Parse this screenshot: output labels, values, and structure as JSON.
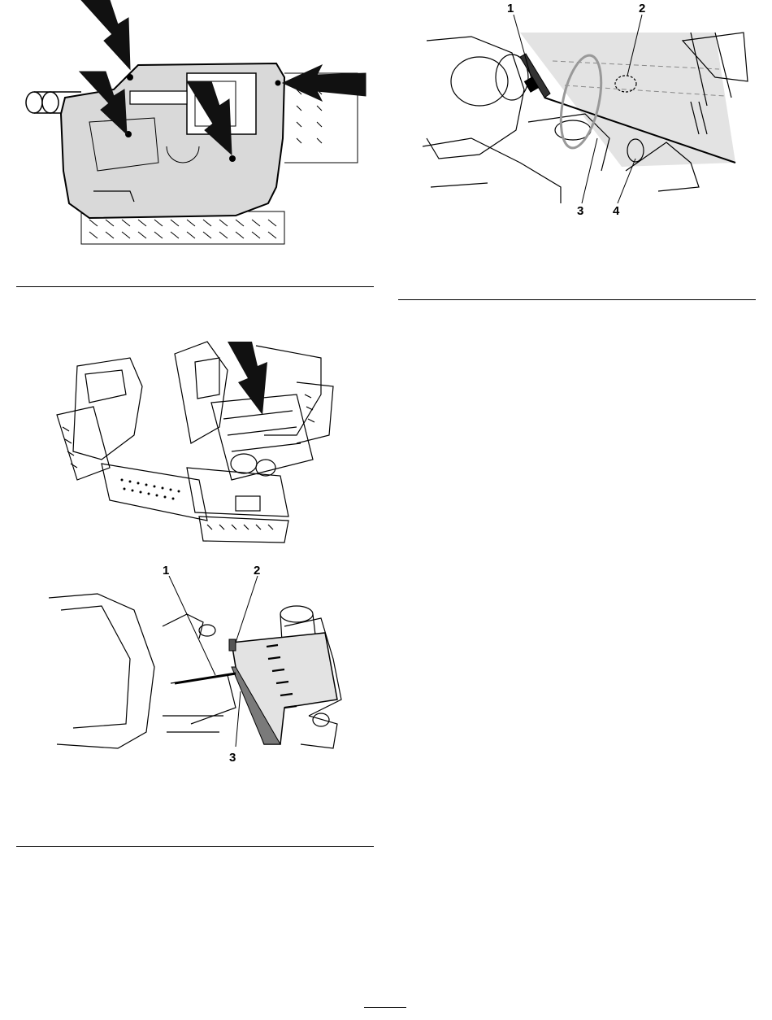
{
  "figures": [
    {
      "name": "cover-bolt-locations",
      "callouts": []
    },
    {
      "name": "cable-tie-detail-right",
      "callouts": [
        "1",
        "2",
        "3",
        "4"
      ]
    },
    {
      "name": "engine-compartment-overview",
      "callouts": []
    },
    {
      "name": "heat-shield-detail",
      "callouts": [
        "1",
        "2",
        "3"
      ]
    }
  ],
  "colors": {
    "line": "#000000",
    "shade": "#e3e3e3",
    "panel": "#d9d9d9",
    "arrow": "#111111"
  }
}
